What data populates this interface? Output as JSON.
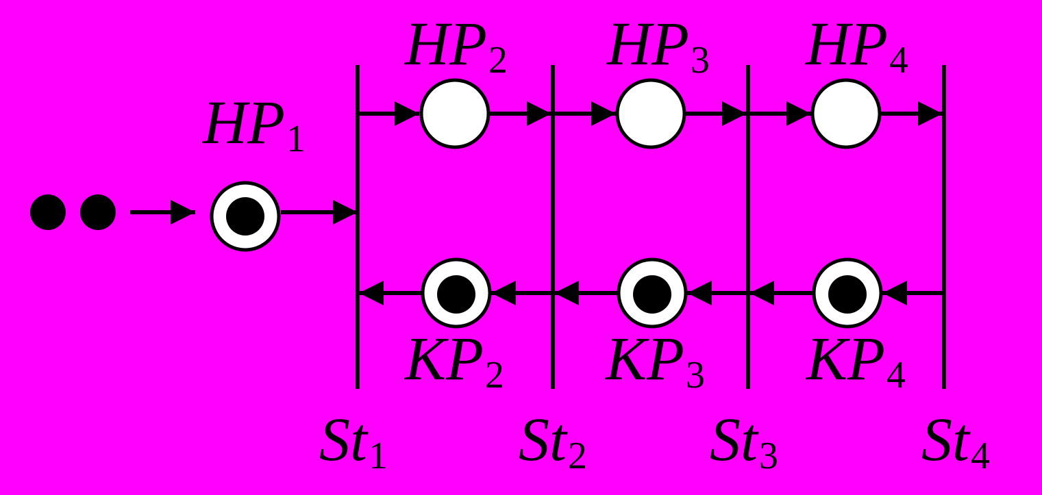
{
  "colors": {
    "background": "#FF00FF",
    "stroke": "#000000",
    "place_fill": "#FFFFFF",
    "token": "#000000"
  },
  "labels": {
    "hp1": {
      "main": "HP",
      "sub": "1"
    },
    "hp2": {
      "main": "HP",
      "sub": "2"
    },
    "hp3": {
      "main": "HP",
      "sub": "3"
    },
    "hp4": {
      "main": "HP",
      "sub": "4"
    },
    "kp2": {
      "main": "KP",
      "sub": "2"
    },
    "kp3": {
      "main": "KP",
      "sub": "3"
    },
    "kp4": {
      "main": "KP",
      "sub": "4"
    },
    "st1": {
      "main": "St",
      "sub": "1"
    },
    "st2": {
      "main": "St",
      "sub": "2"
    },
    "st3": {
      "main": "St",
      "sub": "3"
    },
    "st4": {
      "main": "St",
      "sub": "4"
    }
  }
}
